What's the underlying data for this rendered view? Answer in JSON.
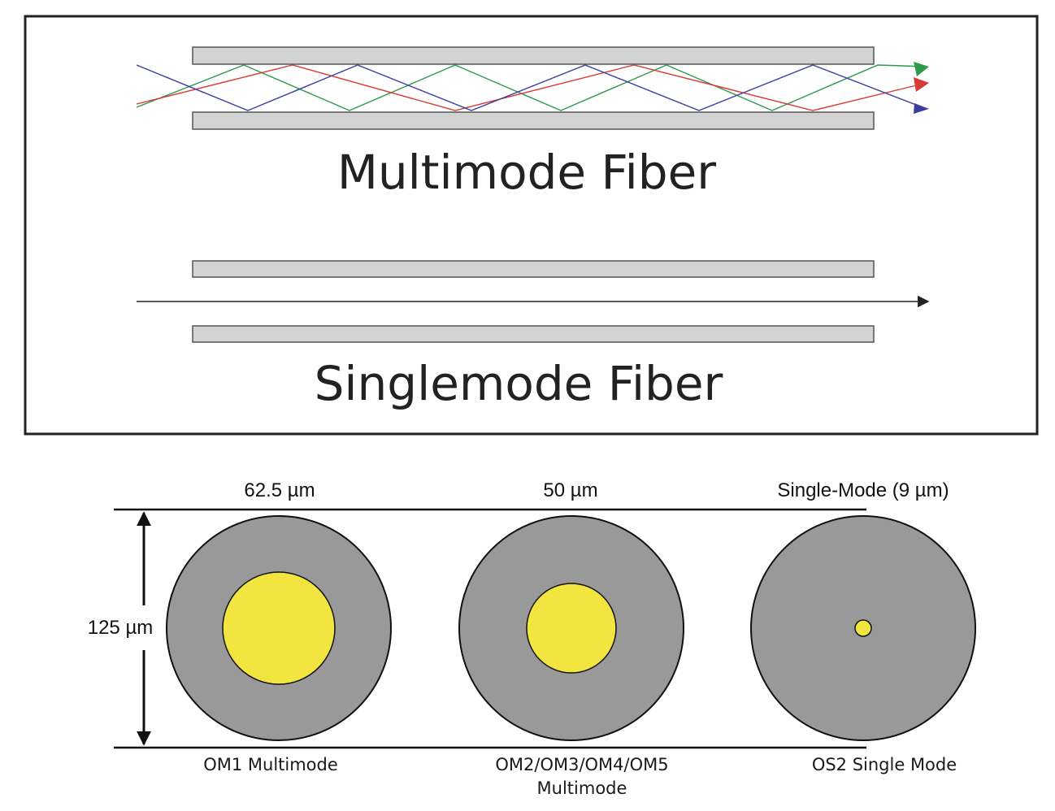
{
  "top_panel": {
    "multimode_title": "Multimode Fiber",
    "singlemode_title": "Singlemode Fiber",
    "ray_colors": {
      "green": "#2e9a4c",
      "red": "#d83a35",
      "blue": "#3b3fa0",
      "straight": "#222222"
    }
  },
  "cross_sections": {
    "height_label": "125 µm",
    "fibers": [
      {
        "core_label": "62.5 µm",
        "caption_line1": "OM1 Multimode",
        "caption_line2": ""
      },
      {
        "core_label": "50 µm",
        "caption_line1": "OM2/OM3/OM4/OM5",
        "caption_line2": "Multimode"
      },
      {
        "core_label": "Single-Mode (9 µm)",
        "caption_line1": "OS2 Single Mode",
        "caption_line2": ""
      }
    ],
    "colors": {
      "cladding": "#999999",
      "core": "#f2e540",
      "outline": "#111111"
    }
  }
}
